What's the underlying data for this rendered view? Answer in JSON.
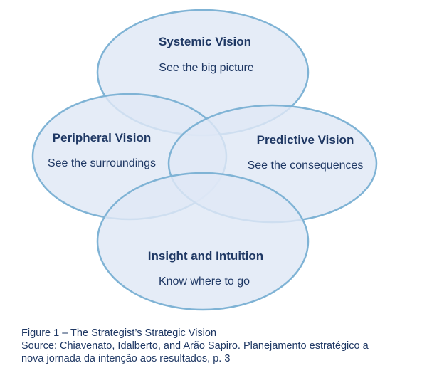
{
  "nodes": [
    {
      "id": "systemic",
      "title": "Systemic Vision",
      "subtitle": "See the big picture"
    },
    {
      "id": "peripheral",
      "title": "Peripheral Vision",
      "subtitle": "See the surroundings"
    },
    {
      "id": "predictive",
      "title": "Predictive Vision",
      "subtitle": "See the consequences"
    },
    {
      "id": "insight",
      "title": "Insight and Intuition",
      "subtitle": "Know where to go"
    }
  ],
  "caption": {
    "line1": "Figure 1 – The Strategist’s Strategic Vision",
    "line2": "Source: Chiavenato, Idalberto, and Arão Sapiro. Planejamento estratégico a",
    "line3": "nova jornada da intenção aos resultados, p. 3"
  },
  "colors": {
    "fill": "#dfe8f5",
    "stroke": "#7fb3d5",
    "text": "#1f3864"
  }
}
